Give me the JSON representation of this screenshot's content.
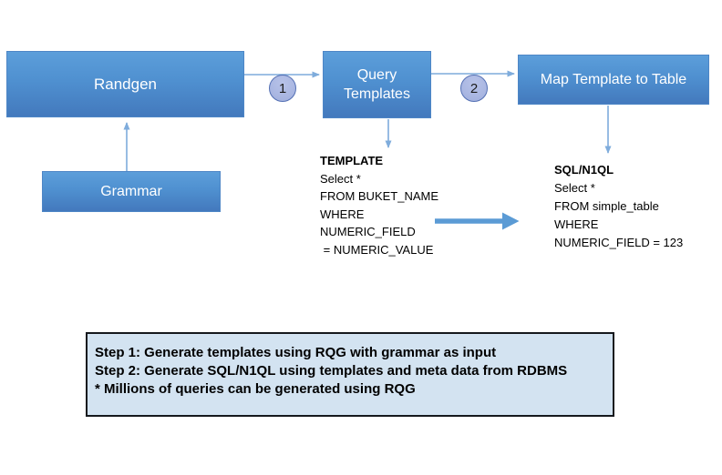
{
  "nodes": {
    "randgen": {
      "label": "Randgen"
    },
    "grammar": {
      "label": "Grammar"
    },
    "query_templates": {
      "label": "Query Templates"
    },
    "map_template": {
      "label": "Map Template to Table"
    }
  },
  "step_badges": {
    "one": "1",
    "two": "2"
  },
  "template_block": {
    "title": "TEMPLATE",
    "lines": {
      "0": "Select *",
      "1": "FROM BUKET_NAME",
      "2": "WHERE",
      "3": "NUMERIC_FIELD",
      "4": " = NUMERIC_VALUE"
    }
  },
  "sql_block": {
    "title": "SQL/N1QL",
    "lines": {
      "0": "Select *",
      "1": "FROM simple_table",
      "2": "WHERE",
      "3": "NUMERIC_FIELD = 123"
    }
  },
  "notes_box": {
    "lines": {
      "0": "Step 1: Generate templates using RQG with grammar as input",
      "1": "Step 2: Generate SQL/N1QL using templates and meta data from RDBMS",
      "2": "* Millions of queries can be generated using RQG"
    }
  },
  "colors": {
    "node_gradient_top": "#5C9EDA",
    "node_gradient_bottom": "#4379BD",
    "node_text": "#FFFFFF",
    "badge_fill": "#AAB7E2",
    "badge_border": "#5470B4",
    "thin_arrow": "#7FACDC",
    "block_arrow": "#5B9BD5",
    "notes_fill": "#D3E3F1",
    "notes_border": "#15181D",
    "body_text": "#000000"
  }
}
